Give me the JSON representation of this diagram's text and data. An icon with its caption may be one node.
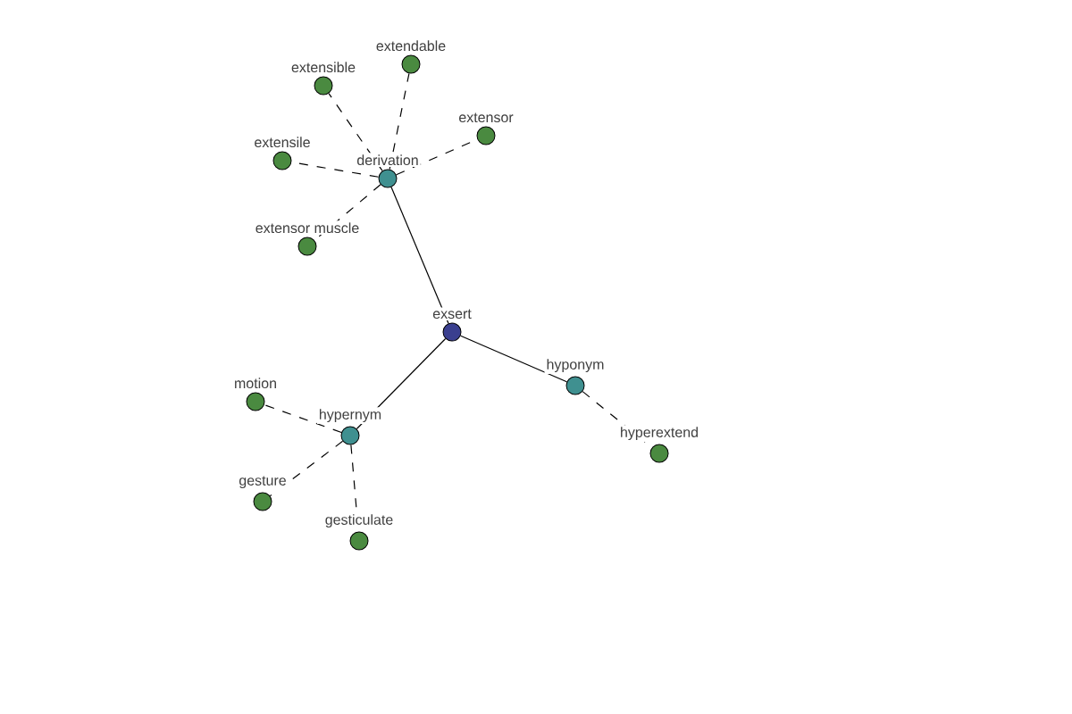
{
  "diagram": {
    "nodes": [
      {
        "text": [
          "exsert"
        ]
      },
      {
        "text": [
          "derivation"
        ]
      },
      {
        "text": [
          "extensible"
        ]
      },
      {
        "text": [
          "extendable"
        ]
      },
      {
        "text": [
          "extensor"
        ]
      },
      {
        "text": [
          "extensile"
        ]
      },
      {
        "text": [
          "extensor muscle"
        ]
      },
      {
        "text": [
          "hypernym"
        ]
      },
      {
        "text": [
          "motion"
        ]
      },
      {
        "text": [
          "gesture"
        ]
      },
      {
        "text": [
          "gesticulate"
        ]
      },
      {
        "text": [
          "hyponym"
        ]
      },
      {
        "text": [
          "hyperextend"
        ]
      }
    ],
    "edges": [
      {
        "from": 0,
        "to": 1,
        "arrow": "none"
      },
      {
        "from": 1,
        "to": 2,
        "arrow": "none",
        "style": "dashed"
      },
      {
        "from": 1,
        "to": 3,
        "arrow": "none",
        "style": "dashed"
      },
      {
        "from": 1,
        "to": 4,
        "arrow": "none",
        "style": "dashed"
      },
      {
        "from": 1,
        "to": 5,
        "arrow": "none",
        "style": "dashed"
      },
      {
        "from": 1,
        "to": 6,
        "arrow": "none",
        "style": "dashed"
      },
      {
        "from": 0,
        "to": 7,
        "arrow": "none"
      },
      {
        "from": 7,
        "to": 8,
        "arrow": "none",
        "style": "dashed"
      },
      {
        "from": 7,
        "to": 9,
        "arrow": "none",
        "style": "dashed"
      },
      {
        "from": 7,
        "to": 10,
        "arrow": "none",
        "style": "dashed"
      },
      {
        "from": 0,
        "to": 11,
        "arrow": "none"
      },
      {
        "from": 11,
        "to": 12,
        "arrow": "none",
        "style": "dashed"
      }
    ]
  }
}
